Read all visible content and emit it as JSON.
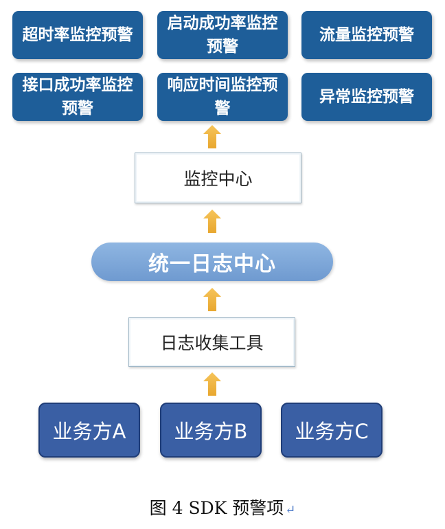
{
  "alerts": [
    "超时率监控预警",
    "启动成功率监控预警",
    "流量监控预警",
    "接口成功率监控预警",
    "响应时间监控预警",
    "异常监控预警"
  ],
  "monitor_center": "监控中心",
  "log_center": "统一日志中心",
  "collector": "日志收集工具",
  "parties": [
    "业务方A",
    "业务方B",
    "业务方C"
  ],
  "caption": "图 4 SDK 预警项",
  "colors": {
    "alert_fill": "#1e5e99",
    "pill_fill": "#7ea7d9",
    "party_fill": "#3a5fa4",
    "arrow_fill": "#f2b544"
  }
}
